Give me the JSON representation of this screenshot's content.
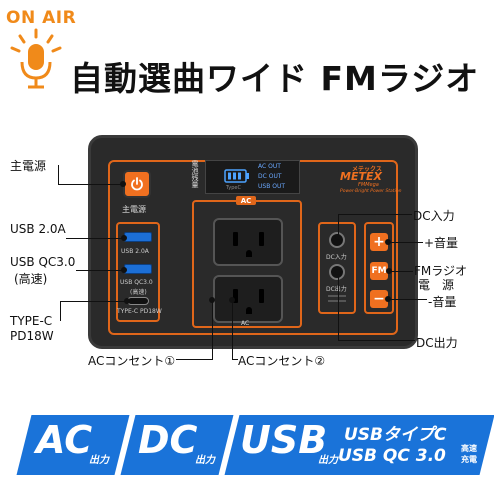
{
  "header": {
    "badge": "ON AIR",
    "title": "自動選曲ワイド FMラジオ"
  },
  "device": {
    "power_label": "主電源",
    "usb1_label": "USB 2.0A",
    "usb2_label": "USB QC3.0",
    "usb2_sub": "(高速)",
    "usbc_label": "TYPE-C PD18W",
    "display_side": "電池残量",
    "display_ac": "AC OUT",
    "display_dc": "DC OUT",
    "display_usb": "USB OUT",
    "display_typec": "TypeC",
    "ac_top": "AC",
    "ac_bottom": "AC",
    "dc_in": "DC入力",
    "dc_out": "DC出力",
    "btn_plus": "+",
    "btn_fm": "FM",
    "btn_minus": "−",
    "logo_kana": "メテックス",
    "logo_main": "METEX",
    "logo_sub1": "FMMega",
    "logo_sub2": "Power-Bright Power Station"
  },
  "callouts": {
    "main_power": "主電源",
    "usb20": "USB 2.0A",
    "usbqc_1": "USB QC3.0",
    "usbqc_2": "(高速)",
    "typec_1": "TYPE-C",
    "typec_2": "PD18W",
    "ac1": "ACコンセント①",
    "ac2": "ACコンセント②",
    "dc_in": "DC入力",
    "vol_up": "+音量",
    "fm_1": "FMラジオ",
    "fm_2": "電　源",
    "vol_down": "-音量",
    "dc_out": "DC出力"
  },
  "banner": {
    "ac_big": "AC",
    "ac_small": "出力",
    "dc_big": "DC",
    "dc_small": "出力",
    "usb_big": "USB",
    "usb_small": "出力",
    "usb_type_c": "USBタイプC",
    "usb_qc": "USB QC 3.0",
    "fast1": "高速",
    "fast2": "充電"
  },
  "colors": {
    "accent": "#f07020",
    "banner_blue": "#1a73d9",
    "device_body": "#2a2a2a"
  }
}
